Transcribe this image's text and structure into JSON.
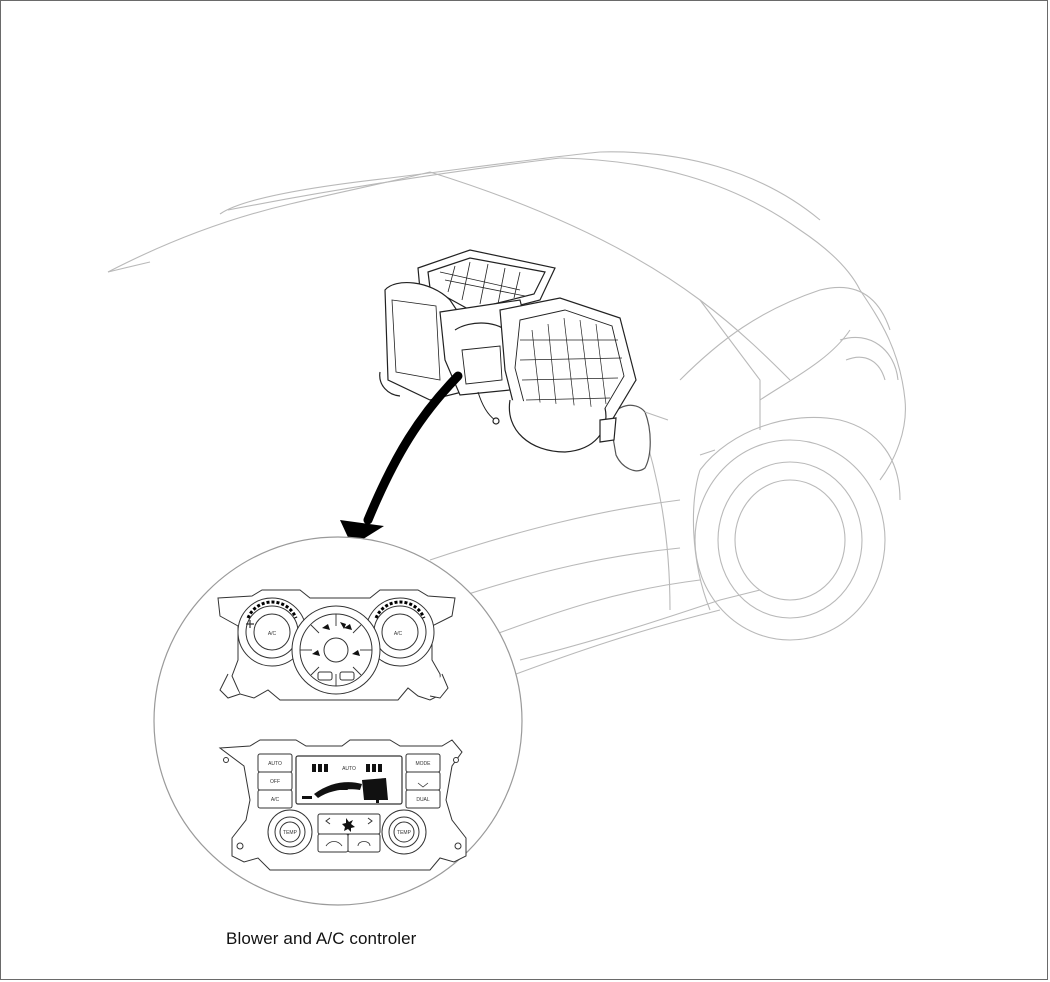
{
  "caption": "Blower and A/C controler",
  "controller_manual": {
    "left_knob_label": "A/C",
    "right_knob_label": "A/C"
  },
  "controller_auto": {
    "left_buttons": [
      "AUTO",
      "OFF",
      "A/C"
    ],
    "right_buttons": [
      "MODE",
      "",
      "DUAL"
    ],
    "display_text": "AUTO",
    "knob_left_label": "TEMP",
    "knob_right_label": "TEMP"
  }
}
